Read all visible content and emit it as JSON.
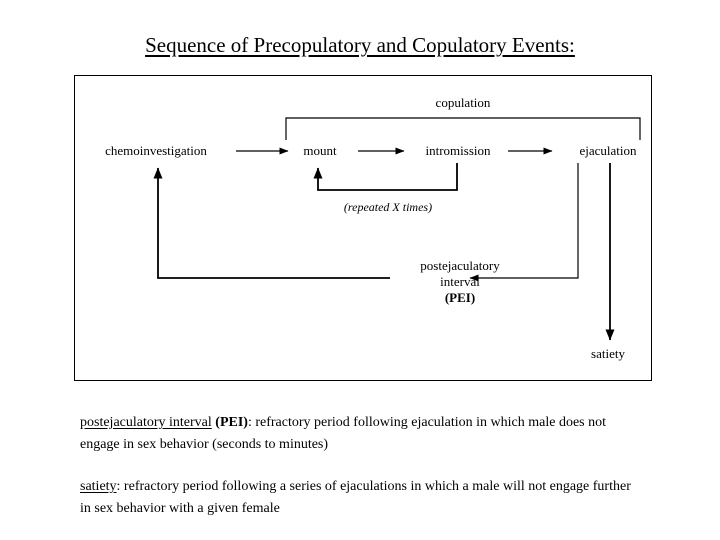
{
  "slide": {
    "title": "Sequence of Precopulatory and Copulatory Events:"
  },
  "diagram": {
    "nodes": {
      "copulation": "copulation",
      "chemoinvestigation": "chemoinvestigation",
      "mount": "mount",
      "intromission": "intromission",
      "ejaculation": "ejaculation",
      "repeated": "(repeated X times)",
      "postejaculatory_line1": "postejaculatory",
      "postejaculatory_line2": "interval",
      "postejaculatory_line3": "(PEI)",
      "satiety": "satiety"
    },
    "stroke_color": "#000000"
  },
  "definitions": {
    "pei": {
      "term": "postejaculatory interval",
      "abbrev": " (PEI)",
      "body": ":  refractory period following ejaculation in which male does not engage in sex behavior (seconds to minutes)"
    },
    "satiety": {
      "term": "satiety",
      "body": ":  refractory period following a series of ejaculations in which a male will not engage further in sex behavior with a given female"
    }
  }
}
